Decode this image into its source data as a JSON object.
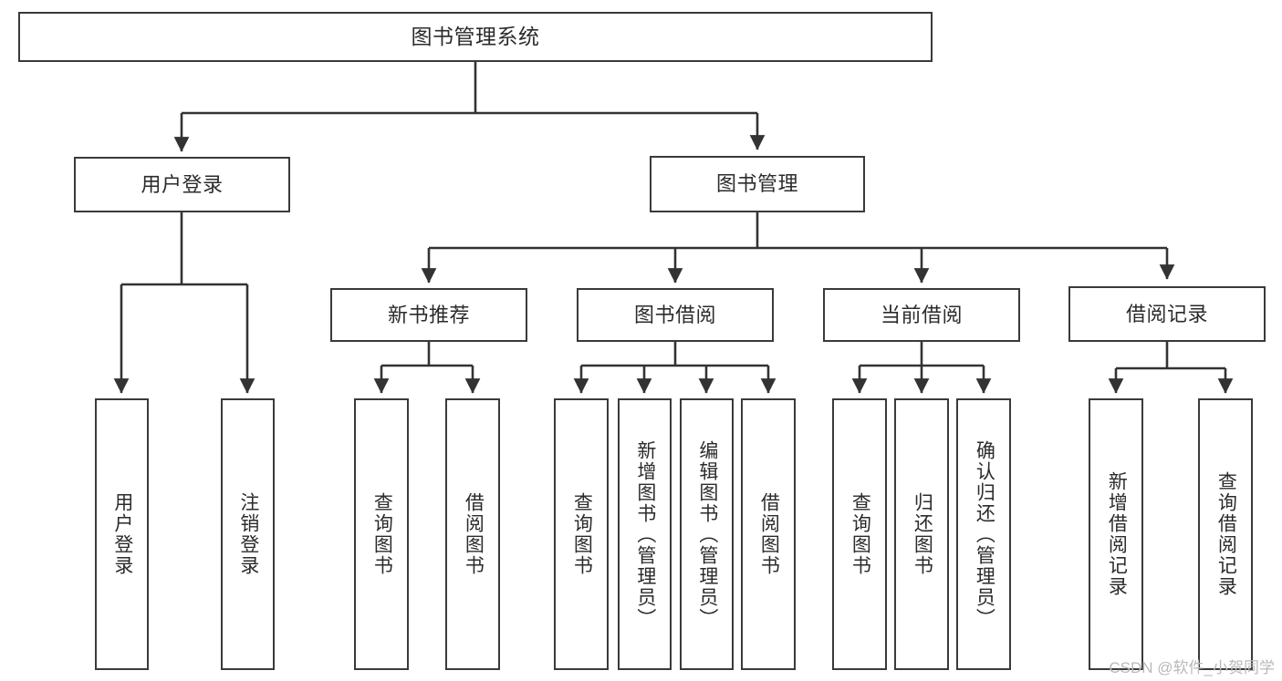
{
  "diagram": {
    "title": "图书管理系统",
    "type": "tree",
    "colors": {
      "border": "#3a3a3a",
      "text": "#2b2b2b",
      "background": "#ffffff",
      "edge": "#333333",
      "watermark": "#b9b9b9"
    },
    "root": {
      "id": "root",
      "label": "图书管理系统",
      "orientation": "horizontal"
    },
    "level2": [
      {
        "id": "user-login",
        "label": "用户登录",
        "orientation": "horizontal"
      },
      {
        "id": "book-management",
        "label": "图书管理",
        "orientation": "horizontal"
      }
    ],
    "level3": [
      {
        "id": "new-book-recommend",
        "label": "新书推荐",
        "orientation": "horizontal",
        "parent": "book-management"
      },
      {
        "id": "book-borrow",
        "label": "图书借阅",
        "orientation": "horizontal",
        "parent": "book-management"
      },
      {
        "id": "current-borrow",
        "label": "当前借阅",
        "orientation": "horizontal",
        "parent": "book-management"
      },
      {
        "id": "borrow-record",
        "label": "借阅记录",
        "orientation": "horizontal",
        "parent": "book-management"
      }
    ],
    "leaves": [
      {
        "id": "leaf-user-login",
        "label": "用户登录",
        "parent": "user-login",
        "orientation": "vertical"
      },
      {
        "id": "leaf-user-logout",
        "label": "注销登录",
        "parent": "user-login",
        "orientation": "vertical"
      },
      {
        "id": "leaf-query-book-1",
        "label": "查询图书",
        "parent": "new-book-recommend",
        "orientation": "vertical"
      },
      {
        "id": "leaf-borrow-book-1",
        "label": "借阅图书",
        "parent": "new-book-recommend",
        "orientation": "vertical"
      },
      {
        "id": "leaf-query-book-2",
        "label": "查询图书",
        "parent": "book-borrow",
        "orientation": "vertical"
      },
      {
        "id": "leaf-add-book",
        "label": "新增图书（管理员）",
        "parent": "book-borrow",
        "orientation": "vertical"
      },
      {
        "id": "leaf-edit-book",
        "label": "编辑图书（管理员）",
        "parent": "book-borrow",
        "orientation": "vertical"
      },
      {
        "id": "leaf-borrow-book-2",
        "label": "借阅图书",
        "parent": "book-borrow",
        "orientation": "vertical"
      },
      {
        "id": "leaf-query-book-3",
        "label": "查询图书",
        "parent": "current-borrow",
        "orientation": "vertical"
      },
      {
        "id": "leaf-return-book",
        "label": "归还图书",
        "parent": "current-borrow",
        "orientation": "vertical"
      },
      {
        "id": "leaf-confirm-return",
        "label": "确认归还（管理员）",
        "parent": "current-borrow",
        "orientation": "vertical"
      },
      {
        "id": "leaf-add-record",
        "label": "新增借阅记录",
        "parent": "borrow-record",
        "orientation": "vertical"
      },
      {
        "id": "leaf-query-record",
        "label": "查询借阅记录",
        "parent": "borrow-record",
        "orientation": "vertical"
      }
    ]
  },
  "watermark": {
    "text": "CSDN @软件_小贺同学"
  }
}
